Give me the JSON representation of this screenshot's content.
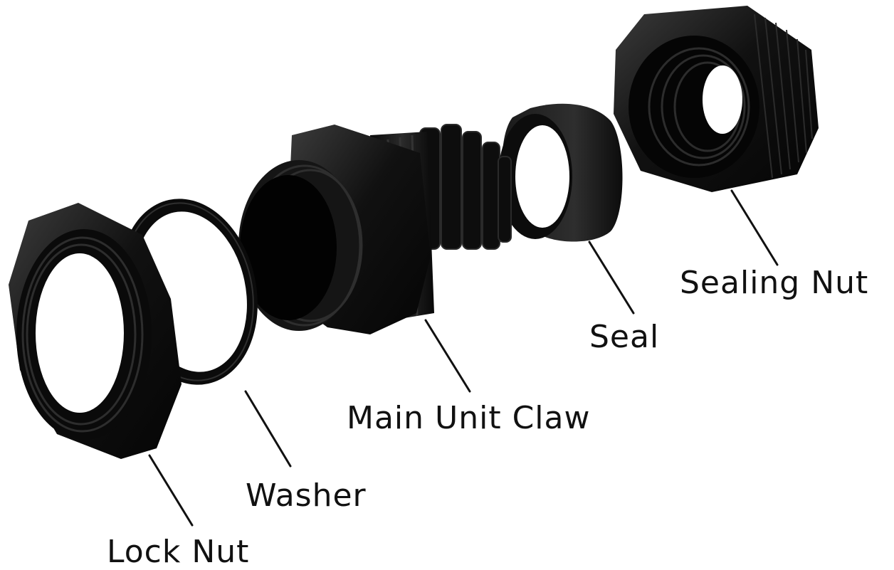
{
  "labels": {
    "sealing_nut": "Sealing Nut",
    "seal": "Seal",
    "main_unit_claw": "Main Unit Claw",
    "washer": "Washer",
    "lock_nut": "Lock Nut"
  },
  "colors": {
    "part": "#0b0b0b",
    "part_highlight": "#3a3a3a",
    "background": "#ffffff",
    "leader": "#111111"
  }
}
